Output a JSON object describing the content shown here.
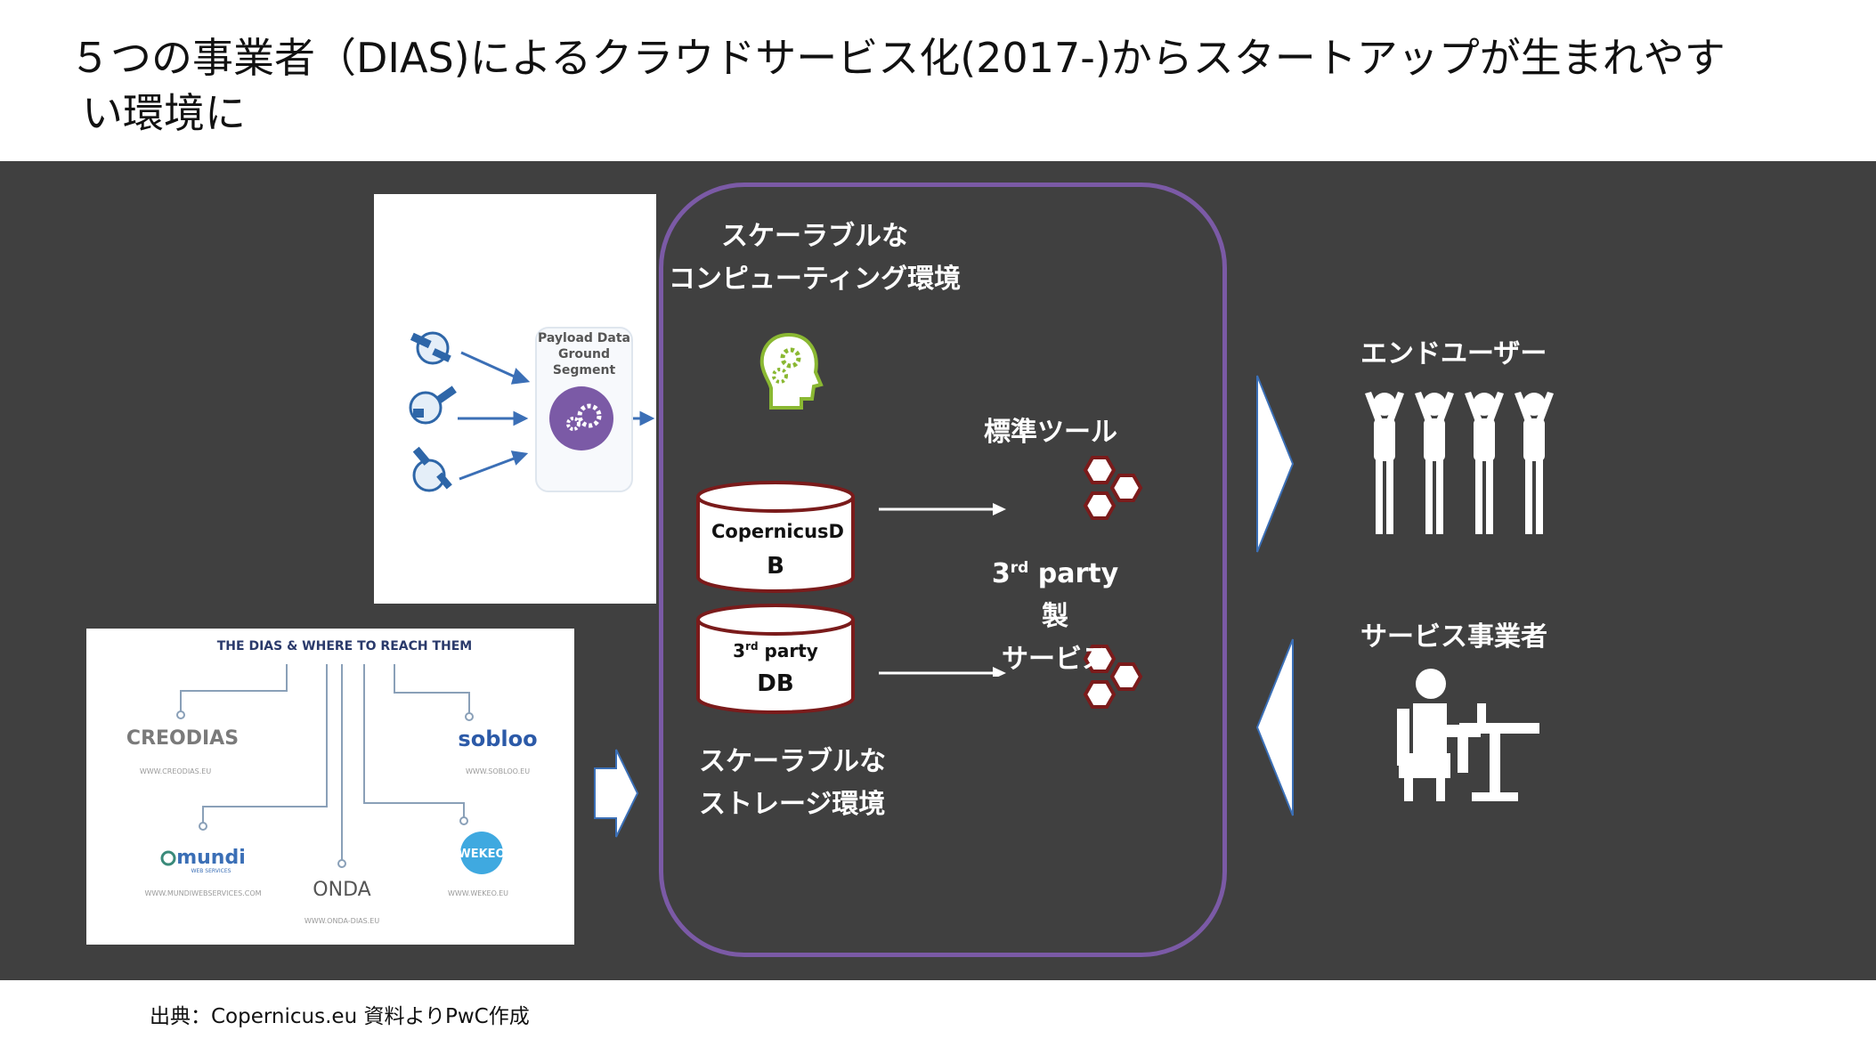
{
  "title": {
    "line1": "５つの事業者（DIAS)によるクラウドサービス化(2017-)からスタートアップが生まれやす",
    "line2": "い環境に"
  },
  "source": "出典：Copernicus.eu 資料よりPwC作成",
  "ground_segment": {
    "label_line1": "Payload Data",
    "label_line2": "Ground",
    "label_line3": "Segment"
  },
  "dias": {
    "heading": "THE DIAS & WHERE TO REACH THEM",
    "providers": [
      {
        "name": "CREODIAS",
        "url": "WWW.CREODIAS.EU"
      },
      {
        "name": "sobloo",
        "url": "WWW.SOBLOO.EU"
      },
      {
        "name": "mundi",
        "sub": "WEB SERVICES",
        "url": "WWW.MUNDIWEBSERVICES.COM"
      },
      {
        "name": "ONDA",
        "url": "WWW.ONDA-DIAS.EU"
      },
      {
        "name": "WEKEO",
        "url": "WWW.WEKEO.EU"
      }
    ]
  },
  "cloud": {
    "compute_line1": "スケーラブルな",
    "compute_line2": "コンピューティング環境",
    "storage_line1": "スケーラブルな",
    "storage_line2": "ストレージ環境",
    "db1_line1": "CopernicusD",
    "db1_line2": "B",
    "db2_sup_prefix": "3",
    "db2_sup": "rd",
    "db2_line1_rest": " party",
    "db2_line2": "DB",
    "tools_label": "標準ツール",
    "service_sup_prefix": "3",
    "service_sup": "rd",
    "service_line1_rest": " party製",
    "service_line2": "サービス"
  },
  "right": {
    "end_users": "エンドユーザー",
    "providers": "サービス事業者"
  },
  "colors": {
    "panel": "#404040",
    "cloud_border": "#7b5aa6",
    "hexagon_border": "#7a1b1b",
    "brain_green": "#8ab832",
    "gear_purple": "#7b5aa6",
    "arrow_blue": "#3b6fb6"
  }
}
